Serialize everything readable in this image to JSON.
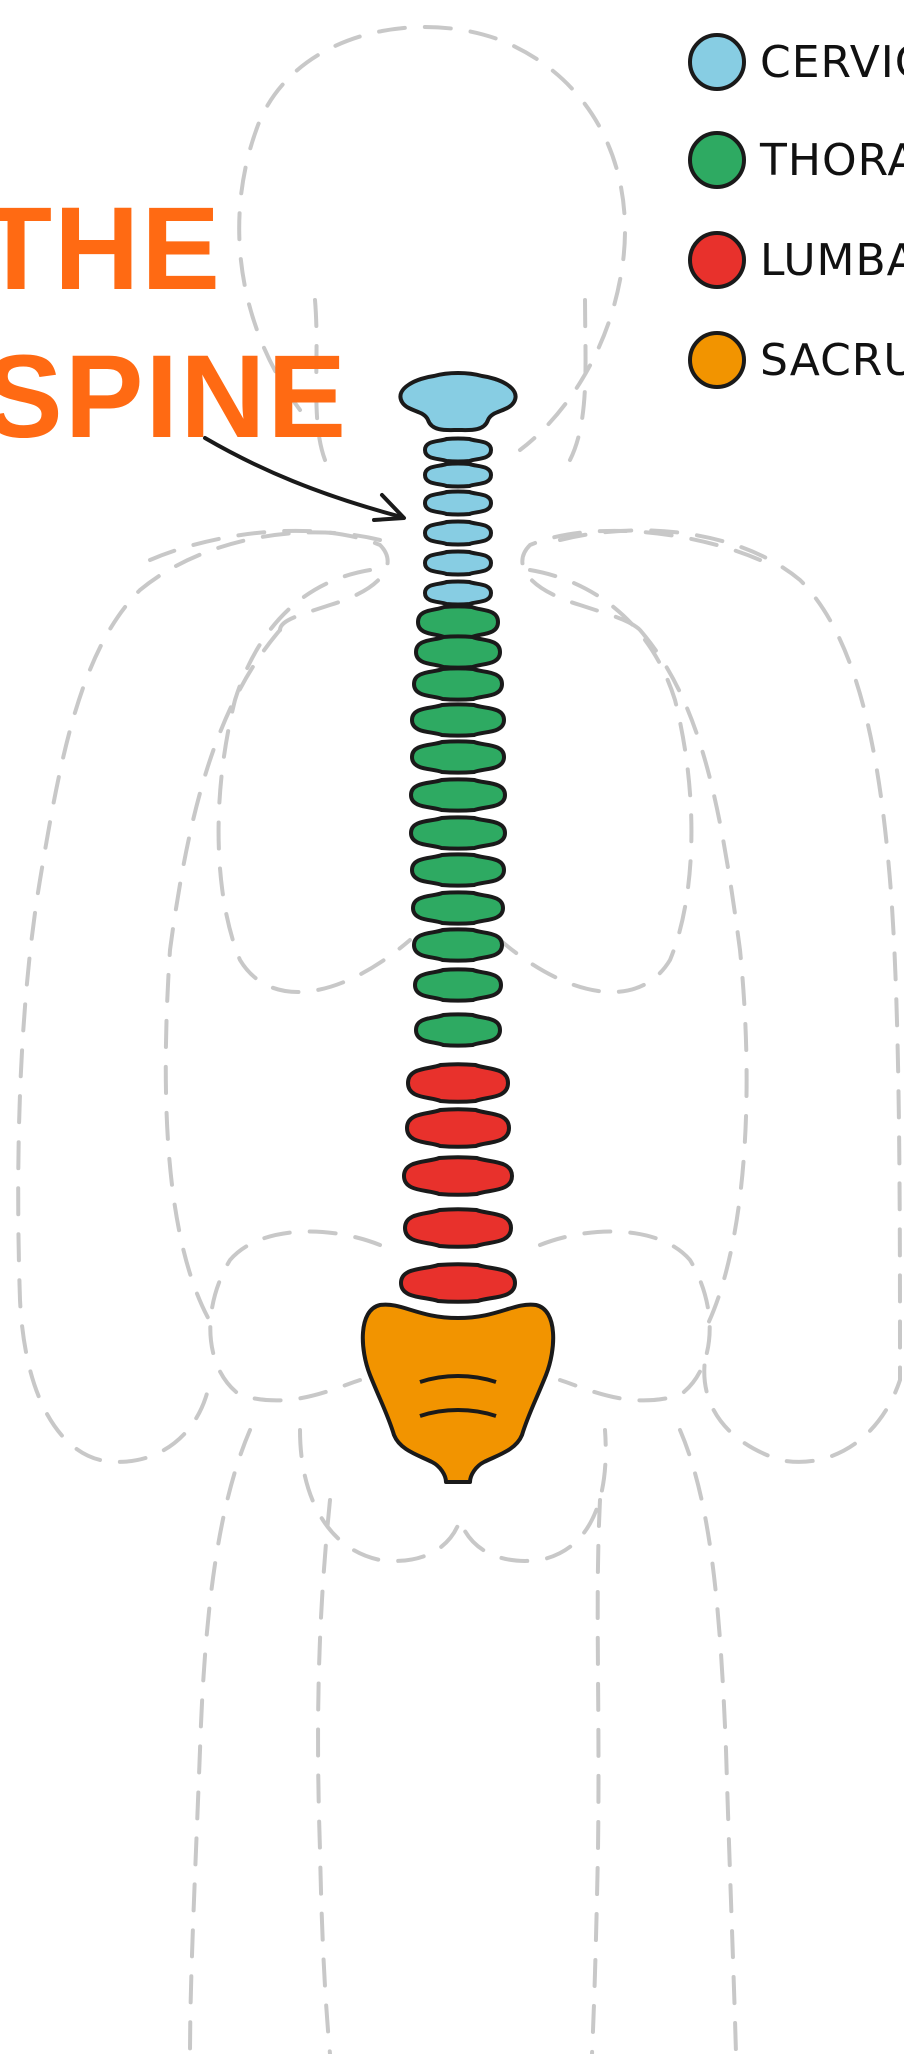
{
  "title": {
    "line1": "THE",
    "line2": "SPINE"
  },
  "legend": [
    {
      "label": "CERVICAL",
      "color": "#87cde3"
    },
    {
      "label": "THORACIC",
      "color": "#2eaa62"
    },
    {
      "label": "LUMBAR",
      "color": "#e8312c"
    },
    {
      "label": "SACRUM",
      "color": "#f29400"
    }
  ],
  "colors": {
    "outline": "#1a1a1a",
    "body_outline": "#c8c8c8",
    "title": "#ff6a13"
  },
  "spine": {
    "cervical_count": 7,
    "thoracic_count": 12,
    "lumbar_count": 5,
    "sacrum_count": 1
  }
}
